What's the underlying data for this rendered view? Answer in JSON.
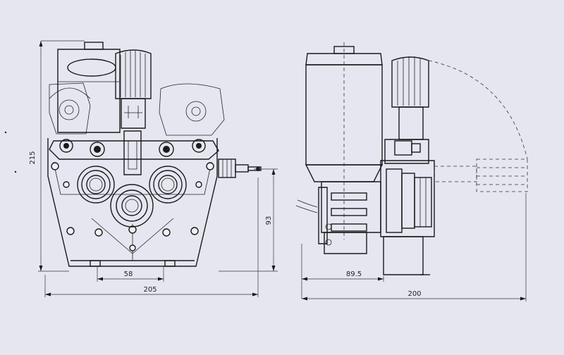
{
  "dimensions": {
    "front_height": "215",
    "front_width": "205",
    "front_roller_spacing": "58",
    "front_outlet_height": "93",
    "side_motor_offset": "89.5",
    "side_width": "200"
  }
}
